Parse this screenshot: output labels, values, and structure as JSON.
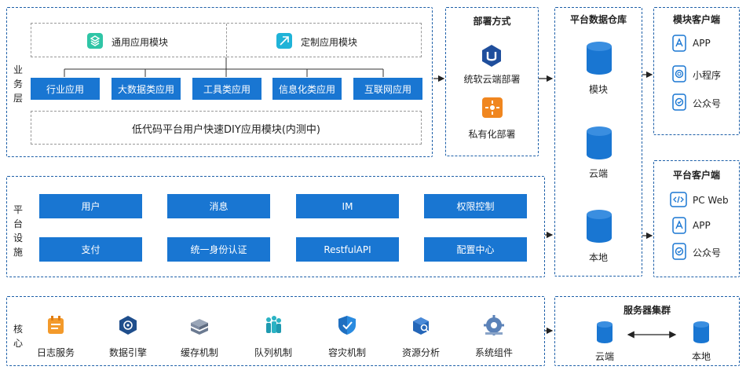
{
  "business": {
    "label": "业务层",
    "top_modules": [
      "通用应用模块",
      "定制应用模块"
    ],
    "apps": [
      "行业应用",
      "大数据类应用",
      "工具类应用",
      "信息化类应用",
      "互联网应用"
    ],
    "lowcode": "低代码平台用户快速DIY应用模块(内测中)"
  },
  "platform": {
    "label": "平台设施",
    "row1": [
      "用户",
      "消息",
      "IM",
      "权限控制"
    ],
    "row2": [
      "支付",
      "统一身份认证",
      "RestfulAPI",
      "配置中心"
    ]
  },
  "core": {
    "label": "核心",
    "items": [
      "日志服务",
      "数据引擎",
      "缓存机制",
      "队列机制",
      "容灾机制",
      "资源分析",
      "系统组件"
    ]
  },
  "deploy": {
    "title": "部署方式",
    "items": [
      "统软云端部署",
      "私有化部署"
    ]
  },
  "warehouse": {
    "title": "平台数据仓库",
    "items": [
      "模块",
      "云端",
      "本地"
    ]
  },
  "module_client": {
    "title": "模块客户端",
    "items": [
      "APP",
      "小程序",
      "公众号"
    ]
  },
  "platform_client": {
    "title": "平台客户端",
    "items": [
      "PC Web",
      "APP",
      "公众号"
    ]
  },
  "cluster": {
    "title": "服务器集群",
    "items": [
      "云端",
      "本地"
    ]
  },
  "colors": {
    "accent": "#1976d2",
    "border": "#1d5fa8"
  }
}
